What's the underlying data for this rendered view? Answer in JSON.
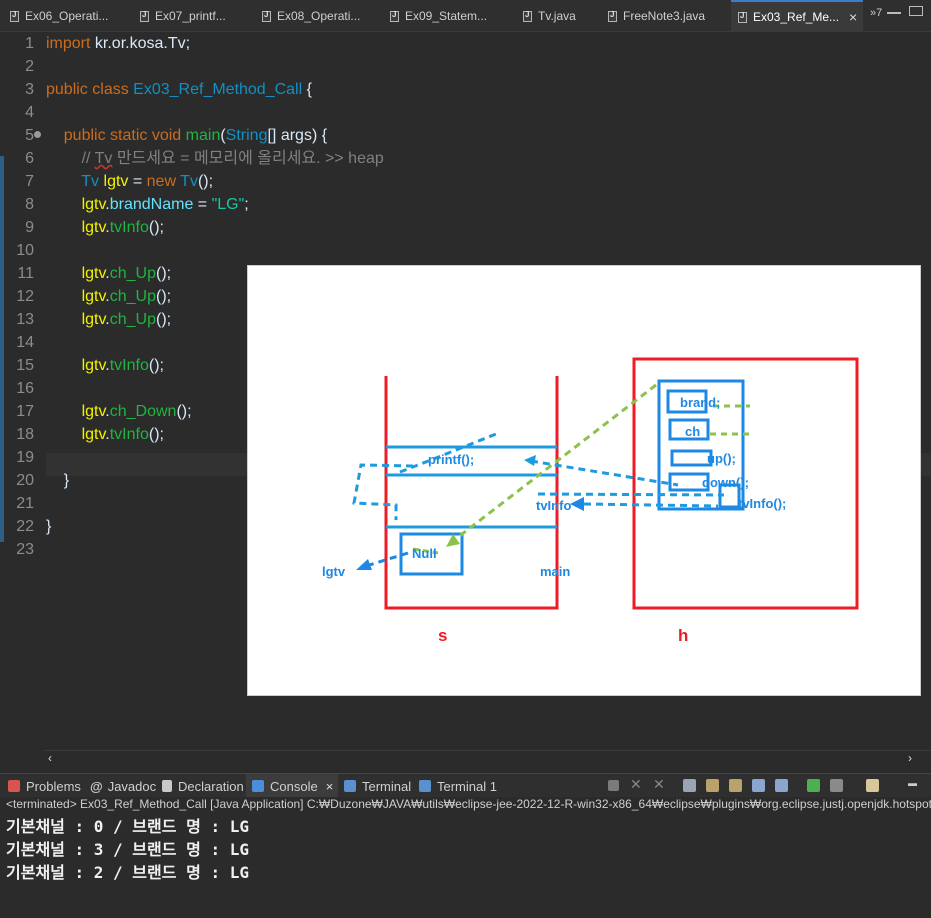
{
  "tabs": [
    {
      "label": "Ex06_Operati...",
      "active": false
    },
    {
      "label": "Ex07_printf...",
      "active": false
    },
    {
      "label": "Ex08_Operati...",
      "active": false
    },
    {
      "label": "Ex09_Statem...",
      "active": false
    },
    {
      "label": "Tv.java",
      "active": false
    },
    {
      "label": "FreeNote3.java",
      "active": false
    },
    {
      "label": "Ex03_Ref_Me...",
      "active": true
    }
  ],
  "tab_overflow": "»7",
  "editor": {
    "line_numbers": [
      "1",
      "2",
      "3",
      "4",
      "5",
      "6",
      "7",
      "8",
      "9",
      "10",
      "11",
      "12",
      "13",
      "14",
      "15",
      "16",
      "17",
      "18",
      "19",
      "20",
      "21",
      "22",
      "23"
    ],
    "lines": [
      {
        "kw1": "import",
        "rest": " kr.or.kosa.Tv;"
      },
      {},
      {
        "kw1": "public",
        "kw2": "class",
        "name": "Ex03_Ref_Method_Call",
        "rest": " {"
      },
      {},
      {
        "indent": "    ",
        "kw1": "public",
        "kw2": "static",
        "kw3": "void",
        "fn": "main",
        "p1": "(",
        "type": "String",
        "p2": "[] ",
        "arg": "args",
        "p3": ") {"
      },
      {
        "indent": "        ",
        "comment_a": "// ",
        "comment_b": "Tv",
        "comment_c": " 만드세요 = 메모리에 올리세요. >> heap"
      },
      {
        "indent": "        ",
        "type": "Tv",
        "var": "lgtv",
        "p1": " = ",
        "kw1": "new",
        "type2": "Tv",
        "p2": "();"
      },
      {
        "indent": "        ",
        "var": "lgtv",
        "p1": ".",
        "field": "brandName",
        "p2": " = ",
        "str": "\"LG\"",
        "p3": ";"
      },
      {
        "indent": "        ",
        "var": "lgtv",
        "p1": ".",
        "fn": "tvInfo",
        "p2": "();"
      },
      {},
      {
        "indent": "        ",
        "var": "lgtv",
        "p1": ".",
        "fn": "ch_Up",
        "p2": "();"
      },
      {
        "indent": "        ",
        "var": "lgtv",
        "p1": ".",
        "fn": "ch_Up",
        "p2": "();"
      },
      {
        "indent": "        ",
        "var": "lgtv",
        "p1": ".",
        "fn": "ch_Up",
        "p2": "();"
      },
      {},
      {
        "indent": "        ",
        "var": "lgtv",
        "p1": ".",
        "fn": "tvInfo",
        "p2": "();"
      },
      {},
      {
        "indent": "        ",
        "var": "lgtv",
        "p1": ".",
        "fn": "ch_Down",
        "p2": "();"
      },
      {
        "indent": "        ",
        "var": "lgtv",
        "p1": ".",
        "fn": "tvInfo",
        "p2": "();"
      },
      {},
      {
        "indent": "    ",
        "rest": "}"
      },
      {},
      {
        "rest": "}"
      },
      {}
    ]
  },
  "diagram": {
    "stack_label": "s",
    "heap_label": "h",
    "printf": "printf();",
    "tvinfo_stack": "tvInfo",
    "null_text": "Null",
    "lgtv": "lgtv",
    "main": "main",
    "brand": "brand;",
    "ch": "ch",
    "up": "up();",
    "down": "down();",
    "tvinfo_heap": "tvInfo();"
  },
  "bottom_tabs": [
    {
      "label": "Problems",
      "icon": "problems-icon",
      "color": "#d9534f"
    },
    {
      "label": "Javadoc",
      "icon": "javadoc-icon",
      "color": "#9a9a9a"
    },
    {
      "label": "Declaration",
      "icon": "declaration-icon",
      "color": "#c9c9c9"
    },
    {
      "label": "Console",
      "icon": "console-icon",
      "color": "#4a90d9"
    },
    {
      "label": "Terminal",
      "icon": "terminal-icon",
      "color": "#5a8fd0"
    },
    {
      "label": "Terminal 1",
      "icon": "terminal-icon",
      "color": "#5a8fd0"
    }
  ],
  "console": {
    "status": "<terminated> Ex03_Ref_Method_Call [Java Application] C:₩Duzone₩JAVA₩utils₩eclipse-jee-2022-12-R-win32-x86_64₩eclipse₩plugins₩org.eclipse.justj.openjdk.hotspot.jre",
    "output": [
      "기본채널 : 0 / 브랜드 명 : LG",
      "기본채널 : 3 / 브랜드 명 : LG",
      "기본채널 : 2 / 브랜드 명 : LG"
    ]
  },
  "colors": {
    "keyword": "#cc6c1d",
    "class": "#1290c3",
    "method": "#1eb540",
    "string": "#17c6a3",
    "variable": "#f2f200",
    "diagram_red": "#ee1c25",
    "diagram_blue": "#1e88e5",
    "diagram_green": "#8bc34a"
  }
}
